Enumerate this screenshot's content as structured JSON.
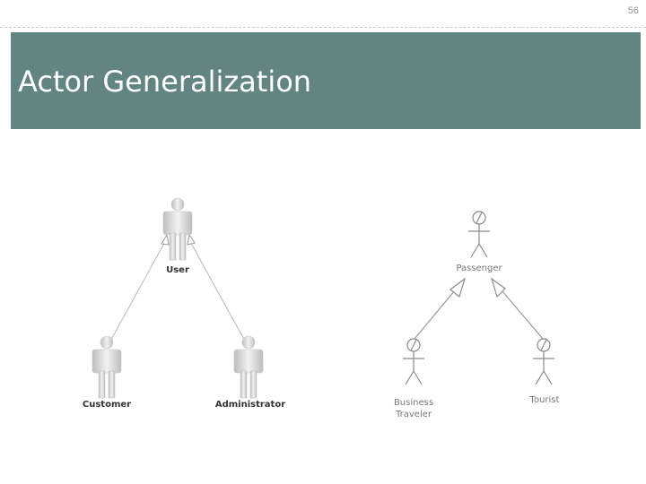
{
  "slide": {
    "page_number": "56",
    "title": "Actor Generalization"
  },
  "diagram_left": {
    "parent": "User",
    "children": [
      "Customer",
      "Administrator"
    ]
  },
  "diagram_right": {
    "parent": "Passenger",
    "children": [
      "Business Traveler",
      "Tourist"
    ],
    "child_label_lines": [
      [
        "Business",
        "Traveler"
      ],
      [
        "Tourist"
      ]
    ]
  },
  "colors": {
    "title_bar": "#628584",
    "title_text": "#ffffff",
    "actor_fill": "#d4d4d4",
    "line": "#9a9a9a"
  },
  "icons": {
    "left_actor": "person-silhouette-icon",
    "right_actor": "stick-figure-icon"
  }
}
